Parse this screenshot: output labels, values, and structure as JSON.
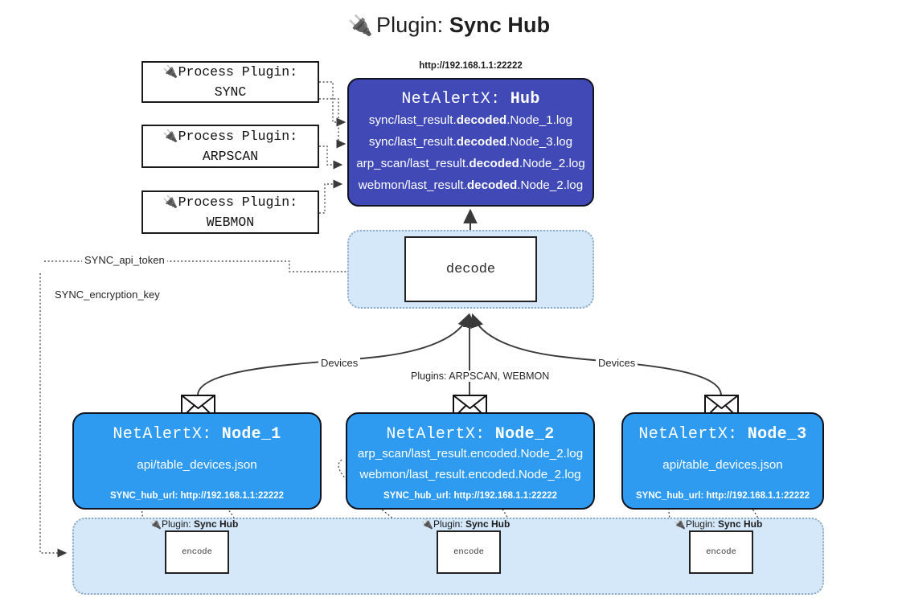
{
  "title": {
    "icon": "plug-icon",
    "prefix": "Plugin:",
    "name": "Sync Hub"
  },
  "process_plugins": [
    {
      "heading": "Process Plugin:",
      "name": "SYNC"
    },
    {
      "heading": "Process Plugin:",
      "name": "ARPSCAN"
    },
    {
      "heading": "Process Plugin:",
      "name": "WEBMON"
    }
  ],
  "hub": {
    "url": "http://192.168.1.1:22222",
    "title_prefix": "NetAlertX:",
    "title_name": "Hub",
    "logs": [
      {
        "pre": "sync/last_result.",
        "em": "decoded",
        "post": ".Node_1.log"
      },
      {
        "pre": "sync/last_result.",
        "em": "decoded",
        "post": ".Node_3.log"
      },
      {
        "pre": "arp_scan/last_result.",
        "em": "decoded",
        "post": ".Node_2.log"
      },
      {
        "pre": "webmon/last_result.",
        "em": "decoded",
        "post": ".Node_2.log"
      }
    ]
  },
  "decode": {
    "label": "decode"
  },
  "secrets": [
    {
      "label": "SYNC_api_token"
    },
    {
      "label": "SYNC_encryption_key"
    }
  ],
  "edge_labels": {
    "devices_left": "Devices",
    "devices_right": "Devices",
    "plugins_mid": "Plugins: ARPSCAN, WEBMON"
  },
  "nodes": [
    {
      "title_prefix": "NetAlertX:",
      "title_name": "Node_1",
      "rows": [
        "api/table_devices.json"
      ],
      "hub_url_label": "SYNC_hub_url: http://192.168.1.1:22222",
      "mail_icon": "envelope-icon"
    },
    {
      "title_prefix": "NetAlertX:",
      "title_name": "Node_2",
      "rows": [
        "arp_scan/last_result.encoded.Node_2.log",
        "webmon/last_result.encoded.Node_2.log"
      ],
      "hub_url_label": "SYNC_hub_url: http://192.168.1.1:22222",
      "mail_icon": "envelope-icon"
    },
    {
      "title_prefix": "NetAlertX:",
      "title_name": "Node_3",
      "rows": [
        "api/table_devices.json"
      ],
      "hub_url_label": "SYNC_hub_url: http://192.168.1.1:22222",
      "mail_icon": "envelope-icon"
    }
  ],
  "encoders": [
    {
      "caption_prefix": "Plugin:",
      "caption_name": "Sync Hub",
      "label": "encode"
    },
    {
      "caption_prefix": "Plugin:",
      "caption_name": "Sync Hub",
      "label": "encode"
    },
    {
      "caption_prefix": "Plugin:",
      "caption_name": "Sync Hub",
      "label": "encode"
    }
  ],
  "colors": {
    "hub_fill": "#4049b5",
    "node_fill": "#2f9bf0",
    "container_fill": "#d4e8fa",
    "stroke": "#11131f",
    "dotted": "#555555"
  }
}
